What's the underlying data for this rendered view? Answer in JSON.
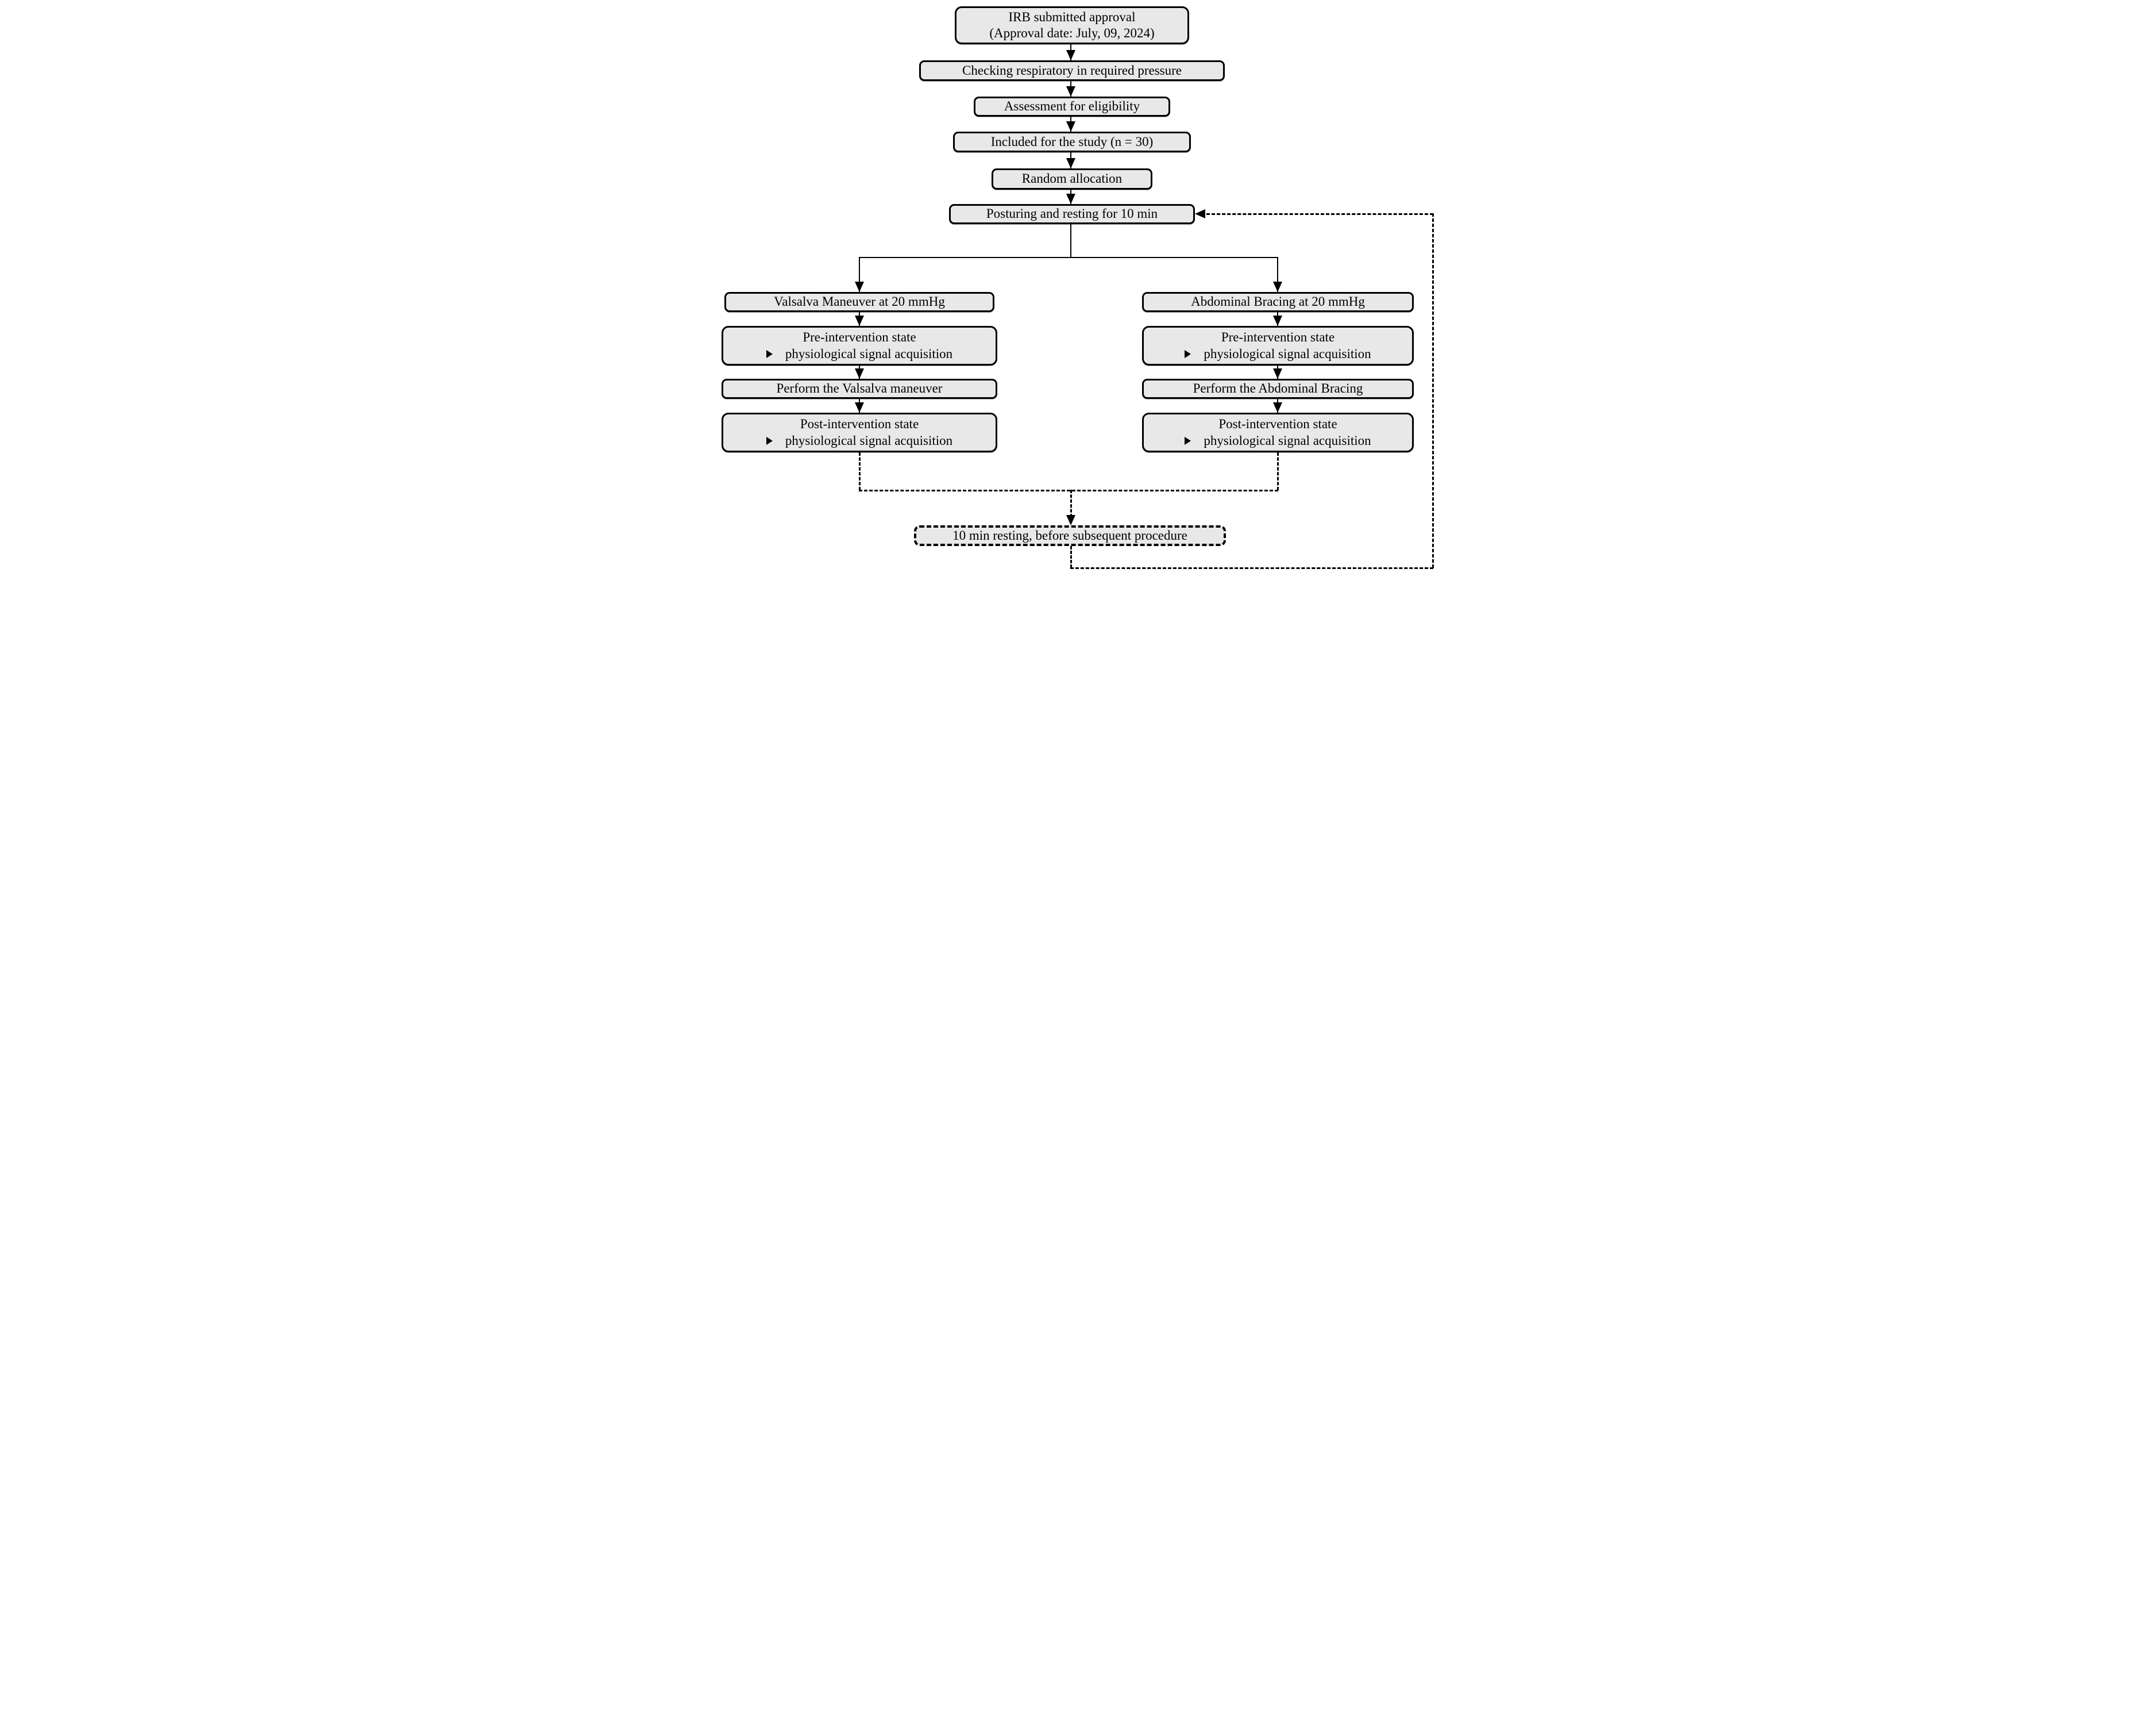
{
  "colors": {
    "background": "#ffffff",
    "box_fill": "#e8e8e8",
    "line": "#000000",
    "text": "#000000"
  },
  "icons": {
    "bullet": "triangle-right",
    "arrow": "arrowhead"
  },
  "nodes": {
    "irb": {
      "line1": "IRB submitted approval",
      "line2": "(Approval date: July, 09, 2024)"
    },
    "checking": {
      "label": "Checking respiratory in required pressure"
    },
    "assessment": {
      "label": "Assessment for eligibility"
    },
    "included": {
      "label": "Included for the study (n = 30)"
    },
    "random_allocation": {
      "label": "Random allocation"
    },
    "posturing": {
      "label": "Posturing and resting for 10 min"
    },
    "resting": {
      "label": "10 min resting, before subsequent procedure"
    }
  },
  "arms": {
    "valsalva": {
      "header": "Valsalva Maneuver at 20 mmHg",
      "pre": {
        "line1": "Pre-intervention state",
        "line2": "physiological signal acquisition"
      },
      "perform": "Perform the Valsalva maneuver",
      "post": {
        "line1": "Post-intervention state",
        "line2": "physiological signal acquisition"
      }
    },
    "bracing": {
      "header": "Abdominal Bracing at 20 mmHg",
      "pre": {
        "line1": "Pre-intervention state",
        "line2": "physiological signal acquisition"
      },
      "perform": "Perform the Abdominal Bracing",
      "post": {
        "line1": "Post-intervention state",
        "line2": "physiological signal acquisition"
      }
    }
  }
}
